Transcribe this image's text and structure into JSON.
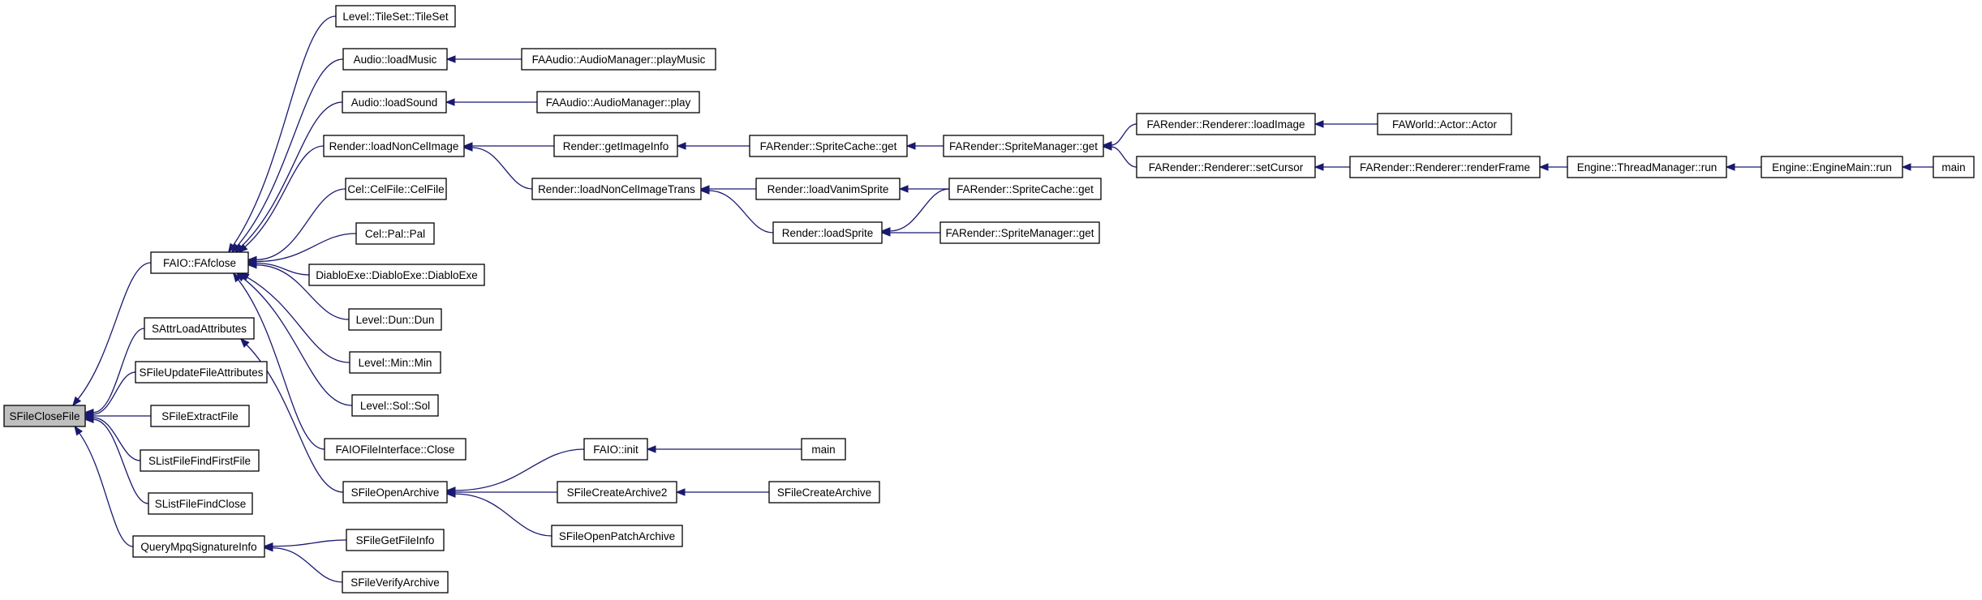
{
  "colors": {
    "edge": "#191970",
    "root_fill": "#bfbfbf",
    "node_fill": "#ffffff",
    "node_stroke": "#000000"
  },
  "nodes": [
    {
      "id": "sfileclosefile",
      "label": "SFileCloseFile",
      "root": true
    },
    {
      "id": "faio_fafclose",
      "label": "FAIO::FAfclose"
    },
    {
      "id": "sattrloadattributes",
      "label": "SAttrLoadAttributes"
    },
    {
      "id": "sfileupdatefileattributes",
      "label": "SFileUpdateFileAttributes"
    },
    {
      "id": "sfileextractfile",
      "label": "SFileExtractFile"
    },
    {
      "id": "slistfilefindfirstfile",
      "label": "SListFileFindFirstFile"
    },
    {
      "id": "slistfilefindclose",
      "label": "SListFileFindClose"
    },
    {
      "id": "querympqsignatureinfo",
      "label": "QueryMpqSignatureInfo"
    },
    {
      "id": "level_tileset",
      "label": "Level::TileSet::TileSet"
    },
    {
      "id": "audio_loadmusic",
      "label": "Audio::loadMusic"
    },
    {
      "id": "audio_loadsound",
      "label": "Audio::loadSound"
    },
    {
      "id": "render_loadnoncellimage",
      "label": "Render::loadNonCelImage"
    },
    {
      "id": "cel_celfile",
      "label": "Cel::CelFile::CelFile"
    },
    {
      "id": "cel_pal",
      "label": "Cel::Pal::Pal"
    },
    {
      "id": "diabloexe",
      "label": "DiabloExe::DiabloExe::DiabloExe"
    },
    {
      "id": "level_dun",
      "label": "Level::Dun::Dun"
    },
    {
      "id": "level_min",
      "label": "Level::Min::Min"
    },
    {
      "id": "level_sol",
      "label": "Level::Sol::Sol"
    },
    {
      "id": "faiofileinterface_close",
      "label": "FAIOFileInterface::Close"
    },
    {
      "id": "sfileopenarchive",
      "label": "SFileOpenArchive"
    },
    {
      "id": "sfilegetfileinfo",
      "label": "SFileGetFileInfo"
    },
    {
      "id": "sfileverifyarchive",
      "label": "SFileVerifyArchive"
    },
    {
      "id": "faaudio_playmusic",
      "label": "FAAudio::AudioManager::playMusic"
    },
    {
      "id": "faaudio_play",
      "label": "FAAudio::AudioManager::play"
    },
    {
      "id": "render_getimageinfo",
      "label": "Render::getImageInfo"
    },
    {
      "id": "render_loadnoncelimagetrans",
      "label": "Render::loadNonCelImageTrans"
    },
    {
      "id": "faio_init",
      "label": "FAIO::init"
    },
    {
      "id": "sfilecreatearchive2",
      "label": "SFileCreateArchive2"
    },
    {
      "id": "sfileopenpatcharchive",
      "label": "SFileOpenPatchArchive"
    },
    {
      "id": "spritecache_get_1",
      "label": "FARender::SpriteCache::get"
    },
    {
      "id": "render_loadvanimsprite",
      "label": "Render::loadVanimSprite"
    },
    {
      "id": "render_loadsprite",
      "label": "Render::loadSprite"
    },
    {
      "id": "main_1",
      "label": "main"
    },
    {
      "id": "sfilecreatearchive",
      "label": "SFileCreateArchive"
    },
    {
      "id": "spritemanager_get_1",
      "label": "FARender::SpriteManager::get"
    },
    {
      "id": "spritecache_get_2",
      "label": "FARender::SpriteCache::get"
    },
    {
      "id": "spritemanager_get_2",
      "label": "FARender::SpriteManager::get"
    },
    {
      "id": "renderer_loadimage",
      "label": "FARender::Renderer::loadImage"
    },
    {
      "id": "renderer_setcursor",
      "label": "FARender::Renderer::setCursor"
    },
    {
      "id": "actor_actor",
      "label": "FAWorld::Actor::Actor"
    },
    {
      "id": "renderer_renderframe",
      "label": "FARender::Renderer::renderFrame"
    },
    {
      "id": "threadmanager_run",
      "label": "Engine::ThreadManager::run"
    },
    {
      "id": "enginemain_run",
      "label": "Engine::EngineMain::run"
    },
    {
      "id": "main_2",
      "label": "main"
    }
  ],
  "edges": [
    [
      "faio_fafclose",
      "sfileclosefile"
    ],
    [
      "sattrloadattributes",
      "sfileclosefile"
    ],
    [
      "sfileupdatefileattributes",
      "sfileclosefile"
    ],
    [
      "sfileextractfile",
      "sfileclosefile"
    ],
    [
      "slistfilefindfirstfile",
      "sfileclosefile"
    ],
    [
      "slistfilefindclose",
      "sfileclosefile"
    ],
    [
      "querympqsignatureinfo",
      "sfileclosefile"
    ],
    [
      "level_tileset",
      "faio_fafclose"
    ],
    [
      "audio_loadmusic",
      "faio_fafclose"
    ],
    [
      "audio_loadsound",
      "faio_fafclose"
    ],
    [
      "render_loadnoncellimage",
      "faio_fafclose"
    ],
    [
      "cel_celfile",
      "faio_fafclose"
    ],
    [
      "cel_pal",
      "faio_fafclose"
    ],
    [
      "diabloexe",
      "faio_fafclose"
    ],
    [
      "level_dun",
      "faio_fafclose"
    ],
    [
      "level_min",
      "faio_fafclose"
    ],
    [
      "level_sol",
      "faio_fafclose"
    ],
    [
      "faiofileinterface_close",
      "faio_fafclose"
    ],
    [
      "sfileopenarchive",
      "sattrloadattributes"
    ],
    [
      "sfilegetfileinfo",
      "querympqsignatureinfo"
    ],
    [
      "sfileverifyarchive",
      "querympqsignatureinfo"
    ],
    [
      "faaudio_playmusic",
      "audio_loadmusic"
    ],
    [
      "faaudio_play",
      "audio_loadsound"
    ],
    [
      "render_getimageinfo",
      "render_loadnoncellimage"
    ],
    [
      "render_loadnoncelimagetrans",
      "render_loadnoncellimage"
    ],
    [
      "faio_init",
      "sfileopenarchive"
    ],
    [
      "sfilecreatearchive2",
      "sfileopenarchive"
    ],
    [
      "sfileopenpatcharchive",
      "sfileopenarchive"
    ],
    [
      "spritecache_get_1",
      "render_getimageinfo"
    ],
    [
      "render_loadvanimsprite",
      "render_loadnoncelimagetrans"
    ],
    [
      "render_loadsprite",
      "render_loadnoncelimagetrans"
    ],
    [
      "main_1",
      "faio_init"
    ],
    [
      "sfilecreatearchive",
      "sfilecreatearchive2"
    ],
    [
      "spritemanager_get_1",
      "spritecache_get_1"
    ],
    [
      "spritecache_get_2",
      "render_loadvanimsprite"
    ],
    [
      "spritecache_get_2",
      "render_loadsprite"
    ],
    [
      "spritemanager_get_2",
      "render_loadsprite"
    ],
    [
      "renderer_loadimage",
      "spritemanager_get_1"
    ],
    [
      "renderer_setcursor",
      "spritemanager_get_1"
    ],
    [
      "actor_actor",
      "renderer_loadimage"
    ],
    [
      "renderer_renderframe",
      "renderer_setcursor"
    ],
    [
      "threadmanager_run",
      "renderer_renderframe"
    ],
    [
      "enginemain_run",
      "threadmanager_run"
    ],
    [
      "main_2",
      "enginemain_run"
    ]
  ]
}
